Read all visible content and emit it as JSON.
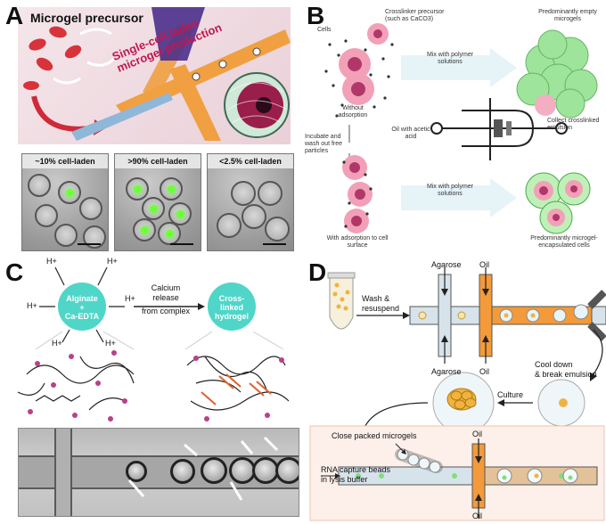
{
  "panel_a": {
    "letter": "A",
    "title": "Microgel precursor",
    "banner": "Single-cell-laden microgel production",
    "micrographs": [
      {
        "caption": "~10% cell-laden"
      },
      {
        "caption": ">90% cell-laden"
      },
      {
        "caption": "<2.5% cell-laden"
      }
    ]
  },
  "panel_b": {
    "letter": "B",
    "cells": "Cells",
    "crosslinker": "Crosslinker precursor (such as CaCO3)",
    "empty_microgels": "Predominantly empty microgels",
    "without_adsorption": "Without adsorption",
    "mix_top": "Mix with polymer solutions",
    "incubate": "Incubate and wash out free particles",
    "oil": "Oil with acetic acid",
    "collect": "Collect crosslinked emulsion",
    "mix_bottom": "Mix with polymer solutions",
    "with_adsorption": "With adsorption to cell surface",
    "encapsulated": "Predominantly microgel-encapsulated cells"
  },
  "panel_c": {
    "letter": "C",
    "h_plus": "H+",
    "alginate_line1": "Alginate",
    "alginate_line2": "+",
    "alginate_line3": "Ca-EDTA",
    "release_line1": "Calcium",
    "release_line2": "release",
    "release_line3": "from complex",
    "hydrogel_line1": "Cross-",
    "hydrogel_line2": "linked",
    "hydrogel_line3": "hydrogel"
  },
  "panel_d": {
    "letter": "D",
    "agarose_top": "Agarose",
    "agarose_bottom": "Agarose",
    "oil_top": "Oil",
    "oil_bottom": "Oil",
    "wash": "Wash &",
    "resuspend": "resuspend",
    "cool_line1": "Cool down",
    "cool_line2": "& break emulsion",
    "culture": "Culture",
    "close_packed": "Close packed microgels",
    "rna_line1": "RNA capture beads",
    "rna_line2": "in lysis buffer",
    "oil2_top": "Oil",
    "oil2_bottom": "Oil"
  },
  "colors": {
    "teal": "#4fd6c8",
    "orange": "#f39a3a",
    "pink": "#e8608a",
    "green": "#7ee07a",
    "channel_blue": "#d7e3ea"
  }
}
